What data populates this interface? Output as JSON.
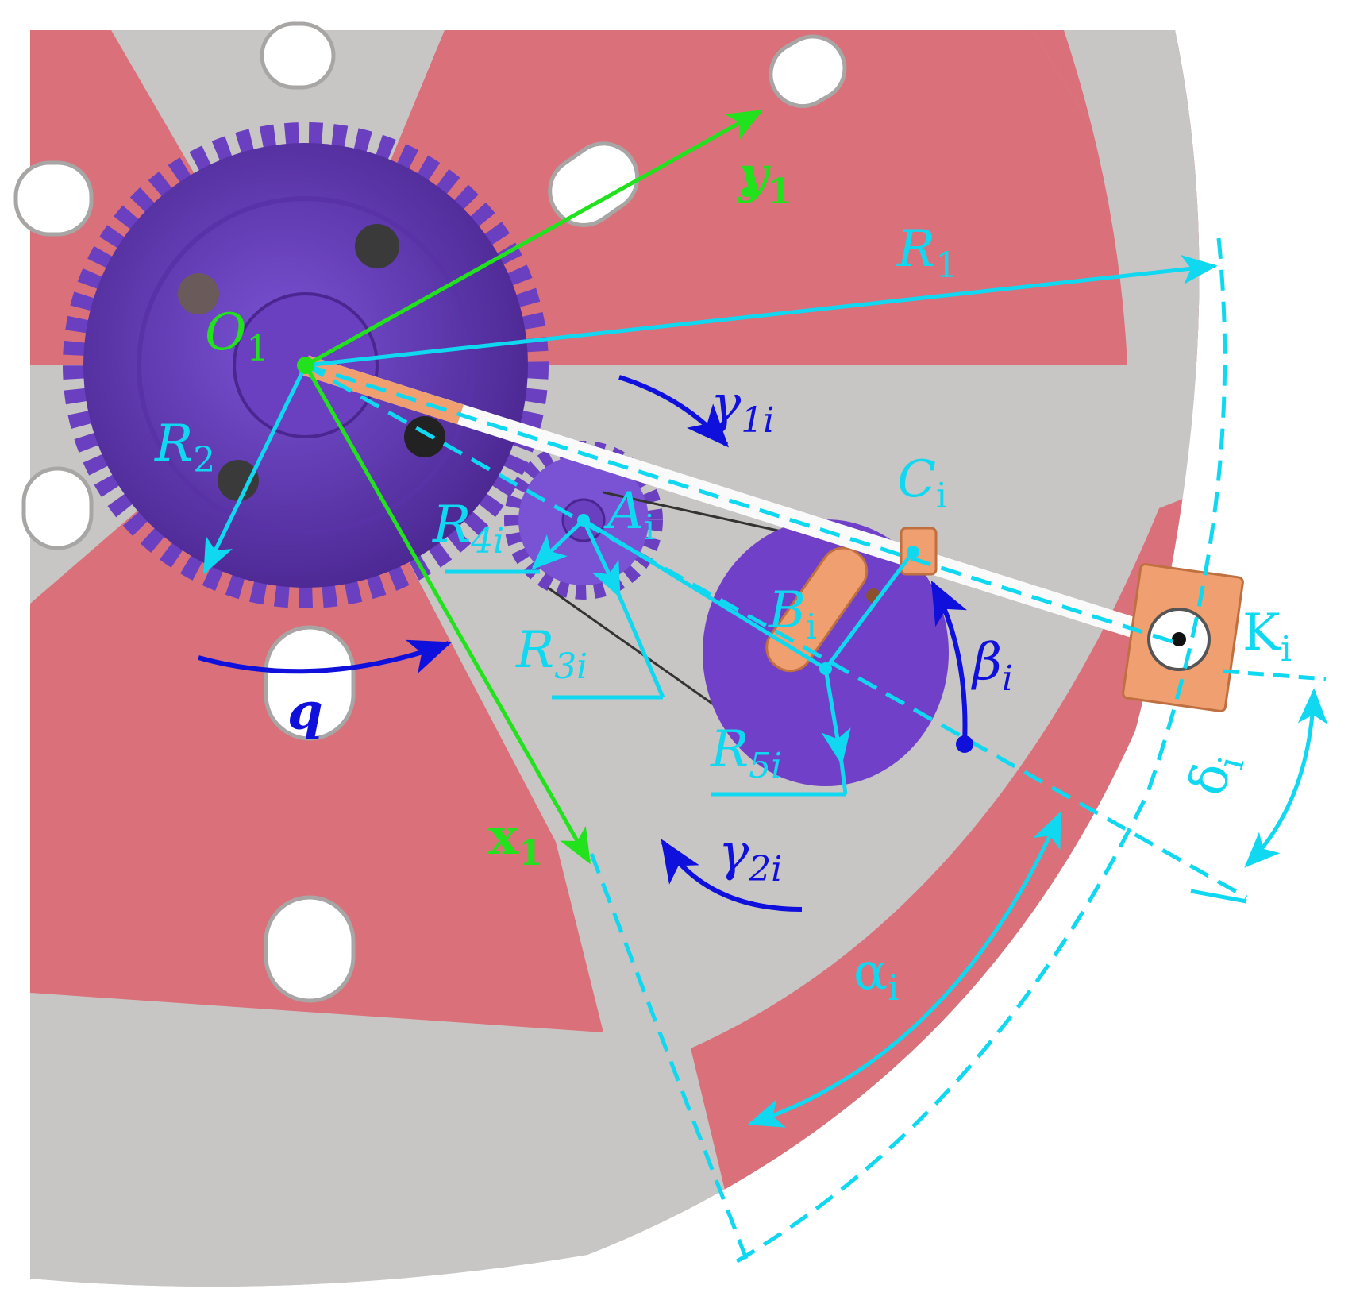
{
  "colors": {
    "disk_red": "#d9707a",
    "disk_gray": "#c8c6c4",
    "disk_rim": "#e9e8e6",
    "gear_purple": "#6a3fc0",
    "gear_dark": "#4b2690",
    "arm_orange": "#f0a070",
    "axis_green": "#22e21e",
    "dim_cyan": "#10d8f0",
    "angle_blue": "#1010dd"
  },
  "labels": {
    "O1": {
      "main": "O",
      "sub": "1"
    },
    "x1": {
      "main": "x",
      "sub": "1"
    },
    "y1": {
      "main": "y",
      "sub": "1"
    },
    "R1": {
      "main": "R",
      "sub": "1"
    },
    "R2": {
      "main": "R",
      "sub": "2"
    },
    "R3i": {
      "main": "R",
      "sub": "3i"
    },
    "R4i": {
      "main": "R",
      "sub": "4i"
    },
    "R5i": {
      "main": "R",
      "sub": "5i"
    },
    "Ai": {
      "main": "A",
      "sub": "i"
    },
    "Bi": {
      "main": "B",
      "sub": "i"
    },
    "Ci": {
      "main": "C",
      "sub": "i"
    },
    "Ki": {
      "main": "K",
      "sub": "i"
    },
    "gamma1i": {
      "main": "γ",
      "sub": "1i"
    },
    "gamma2i": {
      "main": "γ",
      "sub": "2i"
    },
    "betai": {
      "main": "β",
      "sub": "i"
    },
    "alphai": {
      "main": "α",
      "sub": "i"
    },
    "deltai": {
      "main": "δ",
      "sub": "i"
    },
    "q": {
      "main": "q",
      "sub": ""
    }
  }
}
